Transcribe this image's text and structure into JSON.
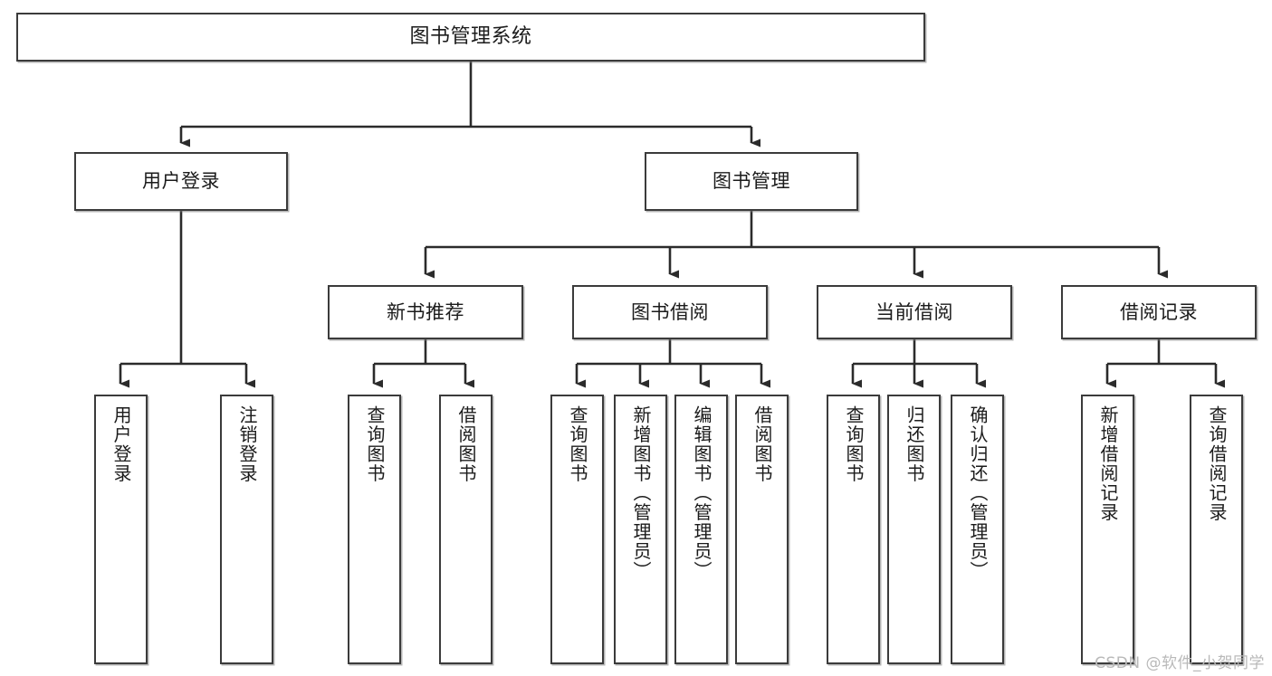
{
  "diagram": {
    "title": "图书管理系统",
    "watermark": "CSDN @软件_小贺同学",
    "colors": {
      "box_border": "#3b3b3b",
      "box_fill": "#ffffff",
      "connector": "#2b2b2b",
      "text": "#1b1b1b",
      "watermark": "#b9b9b9"
    },
    "levels": {
      "level1": [
        {
          "id": "root",
          "label": "图书管理系统"
        }
      ],
      "level2": [
        {
          "id": "user-login",
          "label": "用户登录"
        },
        {
          "id": "book-management",
          "label": "图书管理"
        }
      ],
      "level3": [
        {
          "id": "new-book-recommend",
          "label": "新书推荐"
        },
        {
          "id": "book-borrow",
          "label": "图书借阅"
        },
        {
          "id": "current-borrow",
          "label": "当前借阅"
        },
        {
          "id": "borrow-record",
          "label": "借阅记录"
        }
      ],
      "level4": {
        "user-login": [
          {
            "id": "leaf-user-login",
            "label": "用户登录"
          },
          {
            "id": "leaf-user-logout",
            "label": "注销登录"
          }
        ],
        "new-book-recommend": [
          {
            "id": "leaf-query-book-1",
            "label": "查询图书"
          },
          {
            "id": "leaf-borrow-book-1",
            "label": "借阅图书"
          }
        ],
        "book-borrow": [
          {
            "id": "leaf-query-book-2",
            "label": "查询图书"
          },
          {
            "id": "leaf-add-book",
            "label": "新增图书（管理员）"
          },
          {
            "id": "leaf-edit-book",
            "label": "编辑图书（管理员）"
          },
          {
            "id": "leaf-borrow-book-2",
            "label": "借阅图书"
          }
        ],
        "current-borrow": [
          {
            "id": "leaf-query-book-3",
            "label": "查询图书"
          },
          {
            "id": "leaf-return-book",
            "label": "归还图书"
          },
          {
            "id": "leaf-confirm-return",
            "label": "确认归还（管理员）"
          }
        ],
        "borrow-record": [
          {
            "id": "leaf-add-record",
            "label": "新增借阅记录"
          },
          {
            "id": "leaf-query-record",
            "label": "查询借阅记录"
          }
        ]
      }
    }
  }
}
